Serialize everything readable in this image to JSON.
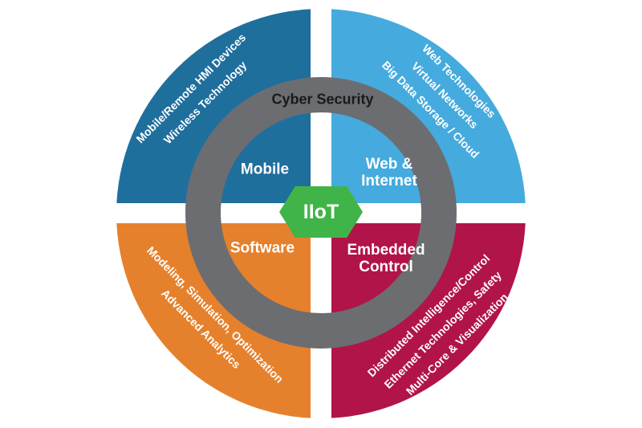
{
  "diagram": {
    "center": {
      "label": "IIoT"
    },
    "ring": {
      "label": "Cyber Security"
    },
    "colors": {
      "mobile_quadrant": "#1F6F9D",
      "web_internet_quadrant": "#45AADD",
      "software_quadrant": "#E5812C",
      "embedded_control_quadrant": "#B11448",
      "cyber_security_ring": "#6C6D70",
      "iiot_hexagon": "#41B449",
      "ring_label_text": "#1A1A1A",
      "quadrant_text": "#FFFFFF"
    },
    "quadrants": [
      {
        "position": "top-left",
        "inner_label_lines": [
          "Mobile"
        ],
        "outer_lines": [
          "Mobile/Remote HMI Devices",
          "Wireless Technology"
        ]
      },
      {
        "position": "top-right",
        "inner_label_lines": [
          "Web &",
          "Internet"
        ],
        "outer_lines": [
          "Web Technologies",
          "Virtual Networks",
          "Big Data Storage / Cloud"
        ]
      },
      {
        "position": "bottom-left",
        "inner_label_lines": [
          "Software"
        ],
        "outer_lines": [
          "Modeling, Simulation, Optimization",
          "Advanced Analytics"
        ]
      },
      {
        "position": "bottom-right",
        "inner_label_lines": [
          "Embedded",
          "Control"
        ],
        "outer_lines": [
          "Distributed Intelligence/Control",
          "Ethernet Technologies, Safety",
          "Multi-Core & Visualization"
        ]
      }
    ]
  }
}
